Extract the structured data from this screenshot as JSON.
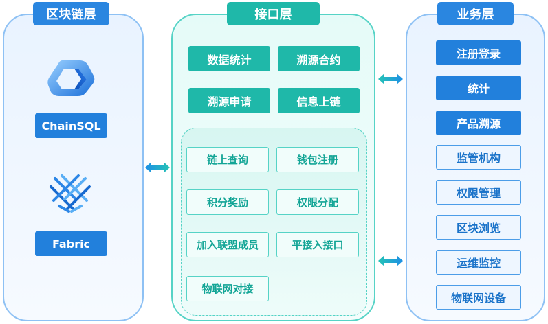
{
  "blockchain_layer": {
    "title": "区块链层",
    "chains": [
      {
        "label": "ChainSQL",
        "icon": "chainsql-logo-icon"
      },
      {
        "label": "Fabric",
        "icon": "fabric-logo-icon"
      }
    ]
  },
  "interface_layer": {
    "title": "接口层",
    "main_items": [
      "数据统计",
      "溯源合约",
      "溯源申请",
      "信息上链"
    ],
    "sub_items": [
      "链上查询",
      "钱包注册",
      "积分奖励",
      "权限分配",
      "加入联盟成员",
      "平接入接口",
      "物联网对接"
    ]
  },
  "business_layer": {
    "title": "业务层",
    "items": [
      {
        "label": "注册登录",
        "style": "filled"
      },
      {
        "label": "统计",
        "style": "filled"
      },
      {
        "label": "产品溯源",
        "style": "filled"
      },
      {
        "label": "监管机构",
        "style": "outline"
      },
      {
        "label": "权限管理",
        "style": "outline"
      },
      {
        "label": "区块浏览",
        "style": "outline"
      },
      {
        "label": "运维监控",
        "style": "outline"
      },
      {
        "label": "物联网设备",
        "style": "outline"
      }
    ]
  },
  "colors": {
    "blue": "#2280dc",
    "teal": "#1fb8a9",
    "arrow_blue": "#1e8fe6",
    "arrow_teal": "#25c3b5"
  }
}
